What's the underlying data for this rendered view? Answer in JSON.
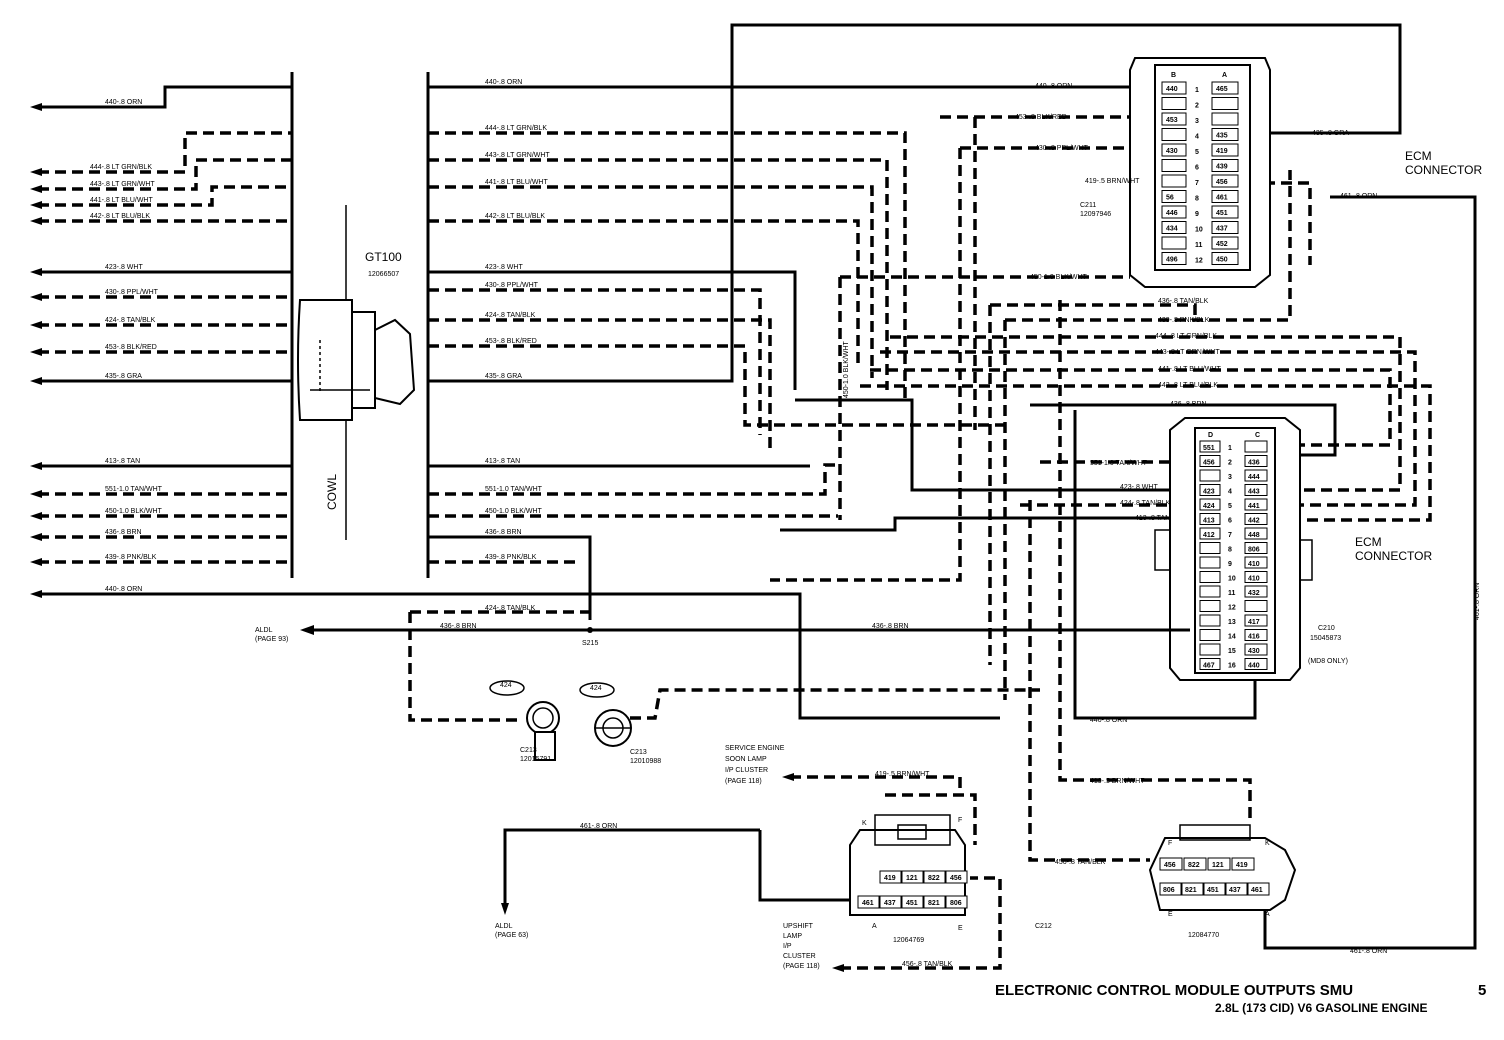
{
  "title": "ELECTRONIC CONTROL MODULE OUTPUTS SMU",
  "page_number": "5",
  "subtitle": "2.8L (173 CID) V6 GASOLINE ENGINE",
  "gt100": {
    "name": "GT100",
    "part": "12066507",
    "cowl": "COWL"
  },
  "left_wires": [
    "440-.8 ORN",
    "444-.8 LT GRN/BLK",
    "443-.8 LT GRN/WHT",
    "441-.8 LT BLU/WHT",
    "442-.8 LT BLU/BLK",
    "423-.8 WHT",
    "430-.8 PPL/WHT",
    "424-.8 TAN/BLK",
    "453-.8 BLK/RED",
    "435-.8 GRA",
    "413-.8 TAN",
    "551-1.0 TAN/WHT",
    "450-1.0 BLK/WHT",
    "436-.8 BRN",
    "439-.8 PNK/BLK",
    "440-.8 ORN"
  ],
  "mid_wires": [
    "440-.8 ORN",
    "444-.8 LT GRN/BLK",
    "443-.8 LT GRN/WHT",
    "441-.8 LT BLU/WHT",
    "442-.8 LT BLU/BLK",
    "423-.8 WHT",
    "430-.8 PPL/WHT",
    "424-.8 TAN/BLK",
    "453-.8 BLK/RED",
    "435-.8 GRA",
    "413-.8 TAN",
    "551-1.0 TAN/WHT",
    "450-1.0 BLK/WHT",
    "436-.8 BRN",
    "439-.8 PNK/BLK"
  ],
  "c211": {
    "name": "C211",
    "part": "12097946",
    "connector_label": "ECM\nCONNECTOR",
    "col_b": "B",
    "col_a": "A",
    "rows": [
      {
        "n": "1",
        "b": "440",
        "a": "465"
      },
      {
        "n": "2",
        "b": "",
        "a": ""
      },
      {
        "n": "3",
        "b": "453",
        "a": ""
      },
      {
        "n": "4",
        "b": "",
        "a": "435"
      },
      {
        "n": "5",
        "b": "430",
        "a": "419"
      },
      {
        "n": "6",
        "b": "",
        "a": "439"
      },
      {
        "n": "7",
        "b": "",
        "a": "456"
      },
      {
        "n": "8",
        "b": "56",
        "a": "461"
      },
      {
        "n": "9",
        "b": "446",
        "a": "451"
      },
      {
        "n": "10",
        "b": "434",
        "a": "437"
      },
      {
        "n": "11",
        "b": "",
        "a": "452"
      },
      {
        "n": "12",
        "b": "496",
        "a": "450"
      }
    ],
    "wire_labels": [
      "440-.8 ORN",
      "453-.8 BLK/RED",
      "430-.8 PPL/WHT",
      "419-.5 BRN/WHT",
      "435-.8 GRA",
      "461-.8 ORN",
      "450-1.0 BLK/WHT"
    ]
  },
  "c210": {
    "name": "C210",
    "part": "15045873",
    "note": "(MD8 ONLY)",
    "connector_label": "ECM\nCONNECTOR",
    "col_d": "D",
    "col_c": "C",
    "rows": [
      {
        "n": "1",
        "d": "551",
        "c": ""
      },
      {
        "n": "2",
        "d": "456",
        "c": "436"
      },
      {
        "n": "3",
        "d": "",
        "c": "444"
      },
      {
        "n": "4",
        "d": "423",
        "c": "443"
      },
      {
        "n": "5",
        "d": "424",
        "c": "441"
      },
      {
        "n": "6",
        "d": "413",
        "c": "442"
      },
      {
        "n": "7",
        "d": "412",
        "c": "448"
      },
      {
        "n": "8",
        "d": "",
        "c": "806"
      },
      {
        "n": "9",
        "d": "",
        "c": "410"
      },
      {
        "n": "10",
        "d": "",
        "c": "410"
      },
      {
        "n": "11",
        "d": "",
        "c": "432"
      },
      {
        "n": "12",
        "d": "",
        "c": ""
      },
      {
        "n": "13",
        "d": "",
        "c": "417"
      },
      {
        "n": "14",
        "d": "",
        "c": "416"
      },
      {
        "n": "15",
        "d": "",
        "c": "430"
      },
      {
        "n": "16",
        "d": "467",
        "c": "440"
      }
    ],
    "wire_labels": [
      "436-.8 BRN",
      "551-1.0 TAN/WHT",
      "423-.8 WHT",
      "424-.8 TAN/BLK",
      "413-.8 TAN"
    ]
  },
  "harness_labels": [
    "436-.8 TAN/BLK",
    "439-.8 PNK/BLK",
    "444-.8 LT GRN/BLK",
    "443-.8 LT GRN/WHT",
    "441-.8 LT BLU/WHT",
    "442-.8 LT BLU/BLK",
    "450-1.0 BLK/WHT"
  ],
  "lower": {
    "aldl_1": "ALDL\n(PAGE 93)",
    "s215": "S215",
    "wire_424": "424-.8 TAN/BLK",
    "wire_436": "436-.8 BRN",
    "wire_440": "440-.8 ORN",
    "wire_419": "419-.5 BRN/WHT",
    "c213a_pin": "424",
    "c213a": "C213\n12015791",
    "c213b_pin": "424",
    "c213b": "C213\n12010988",
    "service_engine": "SERVICE ENGINE\nSOON LAMP\nI/P CLUSTER\n(PAGE 118)",
    "wire_419_left": "419-.5 BRN/WHT",
    "wire_461_left": "461-.8 ORN",
    "aldl_2": "ALDL\n(PAGE 63)",
    "upshift": "UPSHIFT\nLAMP\nI/P\nCLUSTER\n(PAGE 118)",
    "wire_456": "456-.8 TAN/BLK",
    "c212": "C212",
    "c212a": {
      "part": "12064769",
      "k": "K",
      "f": "F",
      "a": "A",
      "e": "E",
      "top": [
        "419",
        "121",
        "822",
        "456"
      ],
      "bottom": [
        "461",
        "437",
        "451",
        "821",
        "806"
      ]
    },
    "c212b": {
      "part": "12084770",
      "f": "F",
      "k": "K",
      "e": "E",
      "a": "A",
      "top": [
        "456",
        "822",
        "121",
        "419"
      ],
      "bottom": [
        "806",
        "821",
        "451",
        "437",
        "461"
      ]
    },
    "wire_456_right": "456-.8 TAN/BLK",
    "wire_461_right": "461-.8 ORN",
    "wire_461_vert": "461-.8 ORN"
  }
}
